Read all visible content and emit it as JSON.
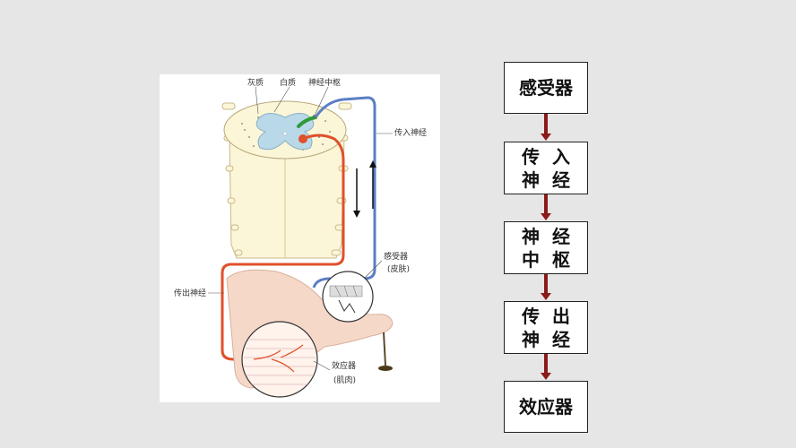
{
  "figure": {
    "labels": {
      "gray_matter": "灰质",
      "white_matter": "白质",
      "nerve_center": "神经中枢",
      "afferent_nerve": "传入神经",
      "efferent_nerve": "传出神经",
      "receptor": "感受器",
      "receptor_note": "(皮肤)",
      "effector": "效应器",
      "effector_note": "(肌肉)"
    },
    "colors": {
      "afferent": "#5b7fc4",
      "efferent": "#e0502a",
      "center": "#2e9a3a",
      "cord_fill": "#fbf6d8",
      "gray_matter_fill": "#b9d8e8"
    }
  },
  "flow": {
    "steps": [
      {
        "lines": [
          "感受器"
        ]
      },
      {
        "lines": [
          "传  入",
          "神  经"
        ]
      },
      {
        "lines": [
          "神  经",
          "中  枢"
        ]
      },
      {
        "lines": [
          "传  出",
          "神  经"
        ]
      },
      {
        "lines": [
          "效应器"
        ]
      }
    ],
    "arrow_color": "#8b1a1a"
  }
}
